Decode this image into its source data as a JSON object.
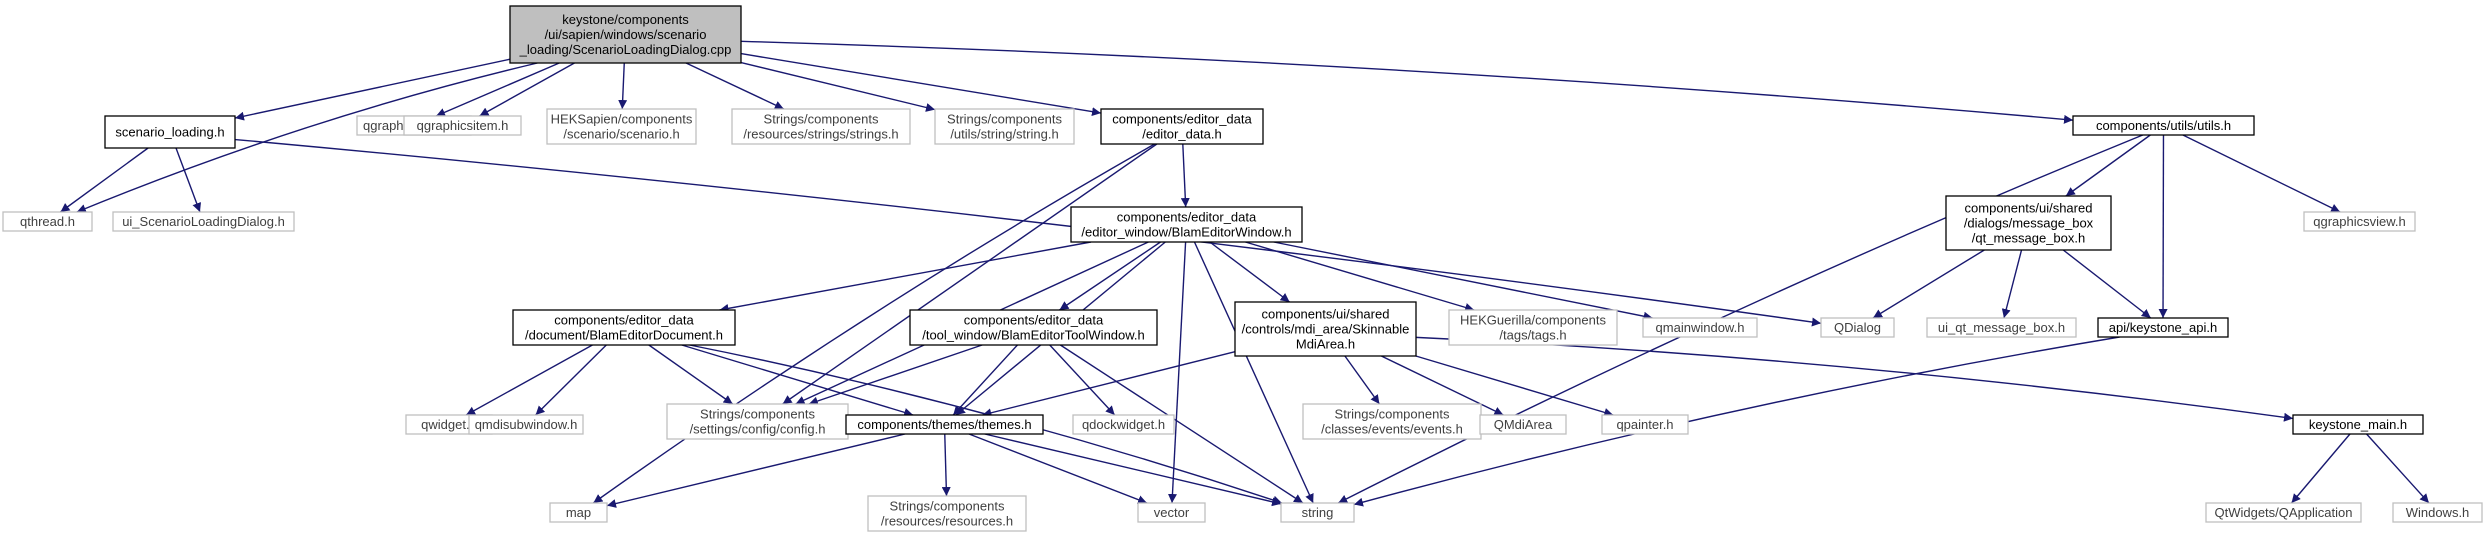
{
  "colors": {
    "edge": "#191970",
    "root_fill": "#bfbfbf",
    "root_border": "#000000",
    "node_fill": "#ffffff",
    "node_border": "#000000",
    "external_border": "#bfbfbf",
    "external_text": "#404040"
  },
  "nodes": [
    {
      "id": "root",
      "kind": "root",
      "lines": [
        "keystone/components",
        "/ui/sapien/windows/scenario",
        "_loading/ScenarioLoadingDialog.cpp"
      ]
    },
    {
      "id": "scenario_loading",
      "kind": "node",
      "lines": [
        "scenario_loading.h"
      ]
    },
    {
      "id": "qgraphicsscene",
      "kind": "external",
      "lines": [
        "qgraphicsscene.h"
      ]
    },
    {
      "id": "qgraphicsitem",
      "kind": "external",
      "lines": [
        "qgraphicsitem.h"
      ]
    },
    {
      "id": "heksapien_scenario",
      "kind": "external",
      "lines": [
        "HEKSapien/components",
        "/scenario/scenario.h"
      ]
    },
    {
      "id": "strings_strings",
      "kind": "external",
      "lines": [
        "Strings/components",
        "/resources/strings/strings.h"
      ]
    },
    {
      "id": "strings_string",
      "kind": "external",
      "lines": [
        "Strings/components",
        "/utils/string/string.h"
      ]
    },
    {
      "id": "editor_data",
      "kind": "node",
      "lines": [
        "components/editor_data",
        "/editor_data.h"
      ]
    },
    {
      "id": "utils",
      "kind": "node",
      "lines": [
        "components/utils/utils.h"
      ]
    },
    {
      "id": "qthread",
      "kind": "external",
      "lines": [
        "qthread.h"
      ]
    },
    {
      "id": "ui_dialog",
      "kind": "external",
      "lines": [
        "ui_ScenarioLoadingDialog.h"
      ]
    },
    {
      "id": "blam_editor_window",
      "kind": "node",
      "lines": [
        "components/editor_data",
        "/editor_window/BlamEditorWindow.h"
      ]
    },
    {
      "id": "message_box",
      "kind": "node",
      "lines": [
        "components/ui/shared",
        "/dialogs/message_box",
        "/qt_message_box.h"
      ]
    },
    {
      "id": "qgraphicsview",
      "kind": "external",
      "lines": [
        "qgraphicsview.h"
      ]
    },
    {
      "id": "blam_editor_document",
      "kind": "node",
      "lines": [
        "components/editor_data",
        "/document/BlamEditorDocument.h"
      ]
    },
    {
      "id": "blam_editor_tool_window",
      "kind": "node",
      "lines": [
        "components/editor_data",
        "/tool_window/BlamEditorToolWindow.h"
      ]
    },
    {
      "id": "skinnable_mdi",
      "kind": "node",
      "lines": [
        "components/ui/shared",
        "/controls/mdi_area/Skinnable",
        "MdiArea.h"
      ]
    },
    {
      "id": "hekguerilla_tags",
      "kind": "external",
      "lines": [
        "HEKGuerilla/components",
        "/tags/tags.h"
      ]
    },
    {
      "id": "qmainwindow",
      "kind": "external",
      "lines": [
        "qmainwindow.h"
      ]
    },
    {
      "id": "qdialog",
      "kind": "external",
      "lines": [
        "QDialog"
      ]
    },
    {
      "id": "ui_qt_message_box",
      "kind": "external",
      "lines": [
        "ui_qt_message_box.h"
      ]
    },
    {
      "id": "keystone_api",
      "kind": "node",
      "lines": [
        "api/keystone_api.h"
      ]
    },
    {
      "id": "qwidget",
      "kind": "external",
      "lines": [
        "qwidget.h"
      ]
    },
    {
      "id": "qmdisubwindow",
      "kind": "external",
      "lines": [
        "qmdisubwindow.h"
      ]
    },
    {
      "id": "config",
      "kind": "external",
      "lines": [
        "Strings/components",
        "/settings/config/config.h"
      ]
    },
    {
      "id": "themes",
      "kind": "node",
      "lines": [
        "components/themes/themes.h"
      ]
    },
    {
      "id": "qdockwidget",
      "kind": "external",
      "lines": [
        "qdockwidget.h"
      ]
    },
    {
      "id": "events",
      "kind": "external",
      "lines": [
        "Strings/components",
        "/classes/events/events.h"
      ]
    },
    {
      "id": "qmdiarea",
      "kind": "external",
      "lines": [
        "QMdiArea"
      ]
    },
    {
      "id": "qpainter",
      "kind": "external",
      "lines": [
        "qpainter.h"
      ]
    },
    {
      "id": "keystone_main",
      "kind": "node",
      "lines": [
        "keystone_main.h"
      ]
    },
    {
      "id": "map",
      "kind": "external",
      "lines": [
        "map"
      ]
    },
    {
      "id": "resources",
      "kind": "external",
      "lines": [
        "Strings/components",
        "/resources/resources.h"
      ]
    },
    {
      "id": "vector",
      "kind": "external",
      "lines": [
        "vector"
      ]
    },
    {
      "id": "string",
      "kind": "external",
      "lines": [
        "string"
      ]
    },
    {
      "id": "qapplication",
      "kind": "external",
      "lines": [
        "QtWidgets/QApplication"
      ]
    },
    {
      "id": "windows",
      "kind": "external",
      "lines": [
        "Windows.h"
      ]
    }
  ],
  "edges": [
    {
      "from": "root",
      "to": "qthread"
    },
    {
      "from": "root",
      "to": "scenario_loading"
    },
    {
      "from": "root",
      "to": "qgraphicsscene"
    },
    {
      "from": "root",
      "to": "qgraphicsitem"
    },
    {
      "from": "root",
      "to": "heksapien_scenario"
    },
    {
      "from": "root",
      "to": "strings_strings"
    },
    {
      "from": "root",
      "to": "strings_string"
    },
    {
      "from": "root",
      "to": "editor_data"
    },
    {
      "from": "root",
      "to": "utils"
    },
    {
      "from": "scenario_loading",
      "to": "qthread"
    },
    {
      "from": "scenario_loading",
      "to": "ui_dialog"
    },
    {
      "from": "scenario_loading",
      "to": "qdialog"
    },
    {
      "from": "editor_data",
      "to": "blam_editor_window"
    },
    {
      "from": "editor_data",
      "to": "config"
    },
    {
      "from": "editor_data",
      "to": "map"
    },
    {
      "from": "blam_editor_window",
      "to": "blam_editor_document"
    },
    {
      "from": "blam_editor_window",
      "to": "blam_editor_tool_window"
    },
    {
      "from": "blam_editor_window",
      "to": "skinnable_mdi"
    },
    {
      "from": "blam_editor_window",
      "to": "hekguerilla_tags"
    },
    {
      "from": "blam_editor_window",
      "to": "qmainwindow"
    },
    {
      "from": "blam_editor_window",
      "to": "config"
    },
    {
      "from": "blam_editor_window",
      "to": "themes"
    },
    {
      "from": "blam_editor_window",
      "to": "vector"
    },
    {
      "from": "blam_editor_window",
      "to": "string"
    },
    {
      "from": "blam_editor_document",
      "to": "qwidget"
    },
    {
      "from": "blam_editor_document",
      "to": "qmdisubwindow"
    },
    {
      "from": "blam_editor_document",
      "to": "config"
    },
    {
      "from": "blam_editor_document",
      "to": "themes"
    },
    {
      "from": "blam_editor_document",
      "to": "string"
    },
    {
      "from": "blam_editor_tool_window",
      "to": "config"
    },
    {
      "from": "blam_editor_tool_window",
      "to": "themes"
    },
    {
      "from": "blam_editor_tool_window",
      "to": "qdockwidget"
    },
    {
      "from": "blam_editor_tool_window",
      "to": "string"
    },
    {
      "from": "skinnable_mdi",
      "to": "themes"
    },
    {
      "from": "skinnable_mdi",
      "to": "events"
    },
    {
      "from": "skinnable_mdi",
      "to": "qmdiarea"
    },
    {
      "from": "skinnable_mdi",
      "to": "qpainter"
    },
    {
      "from": "skinnable_mdi",
      "to": "keystone_main"
    },
    {
      "from": "themes",
      "to": "map"
    },
    {
      "from": "themes",
      "to": "resources"
    },
    {
      "from": "themes",
      "to": "vector"
    },
    {
      "from": "themes",
      "to": "string"
    },
    {
      "from": "utils",
      "to": "message_box"
    },
    {
      "from": "utils",
      "to": "keystone_api"
    },
    {
      "from": "utils",
      "to": "qgraphicsview"
    },
    {
      "from": "utils",
      "to": "string"
    },
    {
      "from": "message_box",
      "to": "qdialog"
    },
    {
      "from": "message_box",
      "to": "ui_qt_message_box"
    },
    {
      "from": "message_box",
      "to": "keystone_api"
    },
    {
      "from": "keystone_api",
      "to": "string"
    },
    {
      "from": "keystone_main",
      "to": "qapplication"
    },
    {
      "from": "keystone_main",
      "to": "windows"
    }
  ]
}
